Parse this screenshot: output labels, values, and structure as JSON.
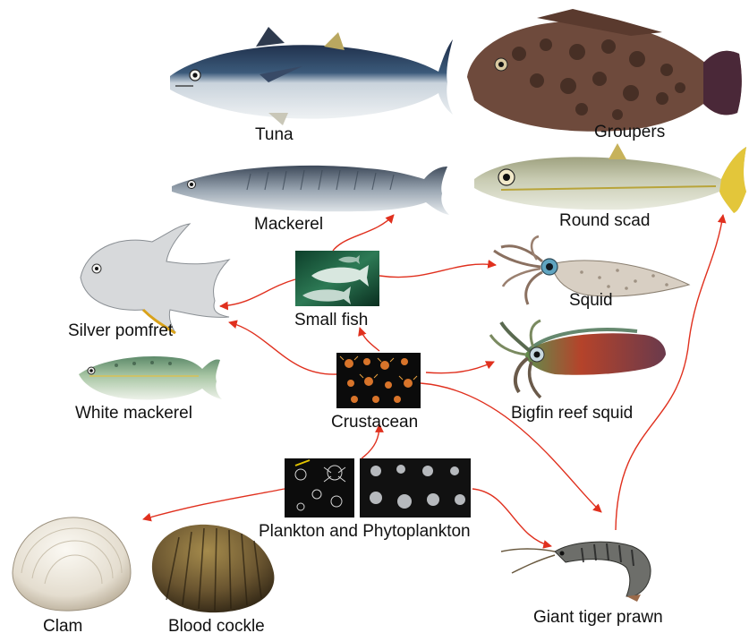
{
  "diagram": {
    "labels": {
      "tuna": "Tuna",
      "groupers": "Groupers",
      "mackerel": "Mackerel",
      "round_scad": "Round scad",
      "silver_pomfret": "Silver pomfret",
      "small_fish": "Small fish",
      "squid": "Squid",
      "white_mackerel": "White mackerel",
      "crustacean": "Crustacean",
      "bigfin_reef_squid": "Bigfin reef squid",
      "plankton": "Plankton and Phytoplankton",
      "clam": "Clam",
      "blood_cockle": "Blood cockle",
      "giant_tiger_prawn": "Giant tiger prawn"
    },
    "arrow_color": "#e0301e",
    "feeding_links": [
      {
        "from": "Plankton and Phytoplankton",
        "to": "Clam"
      },
      {
        "from": "Plankton and Phytoplankton",
        "to": "Crustacean"
      },
      {
        "from": "Plankton and Phytoplankton",
        "to": "Giant tiger prawn"
      },
      {
        "from": "Crustacean",
        "to": "Small fish"
      },
      {
        "from": "Crustacean",
        "to": "Silver pomfret"
      },
      {
        "from": "Crustacean",
        "to": "Bigfin reef squid"
      },
      {
        "from": "Crustacean",
        "to": "Giant tiger prawn"
      },
      {
        "from": "Small fish",
        "to": "Mackerel"
      },
      {
        "from": "Small fish",
        "to": "Silver pomfret"
      },
      {
        "from": "Small fish",
        "to": "Squid"
      },
      {
        "from": "Giant tiger prawn",
        "to": "Round scad"
      }
    ]
  }
}
